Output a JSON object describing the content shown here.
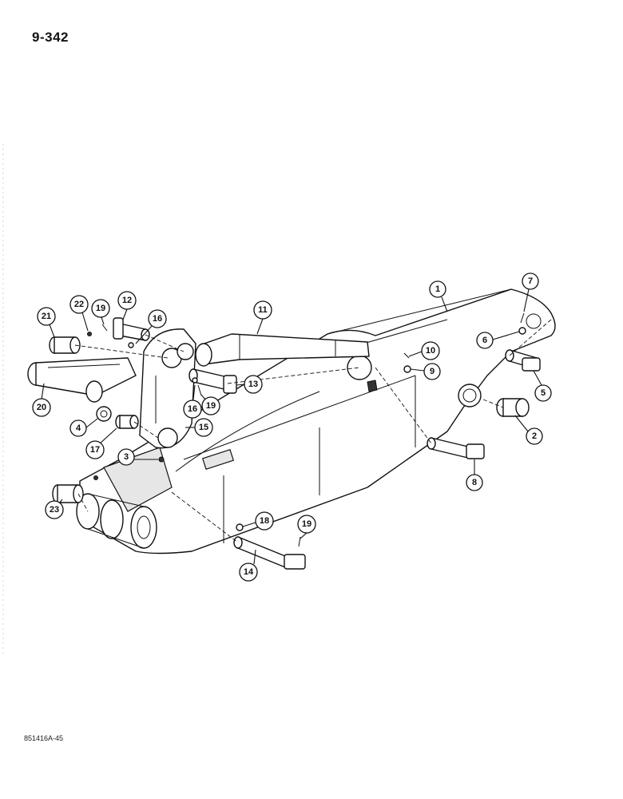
{
  "page": {
    "number": "9-342",
    "figure_code": "851416A-45"
  },
  "callouts": [
    {
      "id": "c1",
      "label": "1"
    },
    {
      "id": "c2",
      "label": "2"
    },
    {
      "id": "c3",
      "label": "3"
    },
    {
      "id": "c4",
      "label": "4"
    },
    {
      "id": "c5",
      "label": "5"
    },
    {
      "id": "c6",
      "label": "6"
    },
    {
      "id": "c7",
      "label": "7"
    },
    {
      "id": "c8",
      "label": "8"
    },
    {
      "id": "c9",
      "label": "9"
    },
    {
      "id": "c10",
      "label": "10"
    },
    {
      "id": "c11",
      "label": "11"
    },
    {
      "id": "c12",
      "label": "12"
    },
    {
      "id": "c13",
      "label": "13"
    },
    {
      "id": "c14",
      "label": "14"
    },
    {
      "id": "c15",
      "label": "15"
    },
    {
      "id": "c16a",
      "label": "16"
    },
    {
      "id": "c16b",
      "label": "16"
    },
    {
      "id": "c17",
      "label": "17"
    },
    {
      "id": "c18",
      "label": "18"
    },
    {
      "id": "c19a",
      "label": "19"
    },
    {
      "id": "c19b",
      "label": "19"
    },
    {
      "id": "c19c",
      "label": "19"
    },
    {
      "id": "c20",
      "label": "20"
    },
    {
      "id": "c21",
      "label": "21"
    },
    {
      "id": "c22",
      "label": "22"
    },
    {
      "id": "c23",
      "label": "23"
    }
  ]
}
